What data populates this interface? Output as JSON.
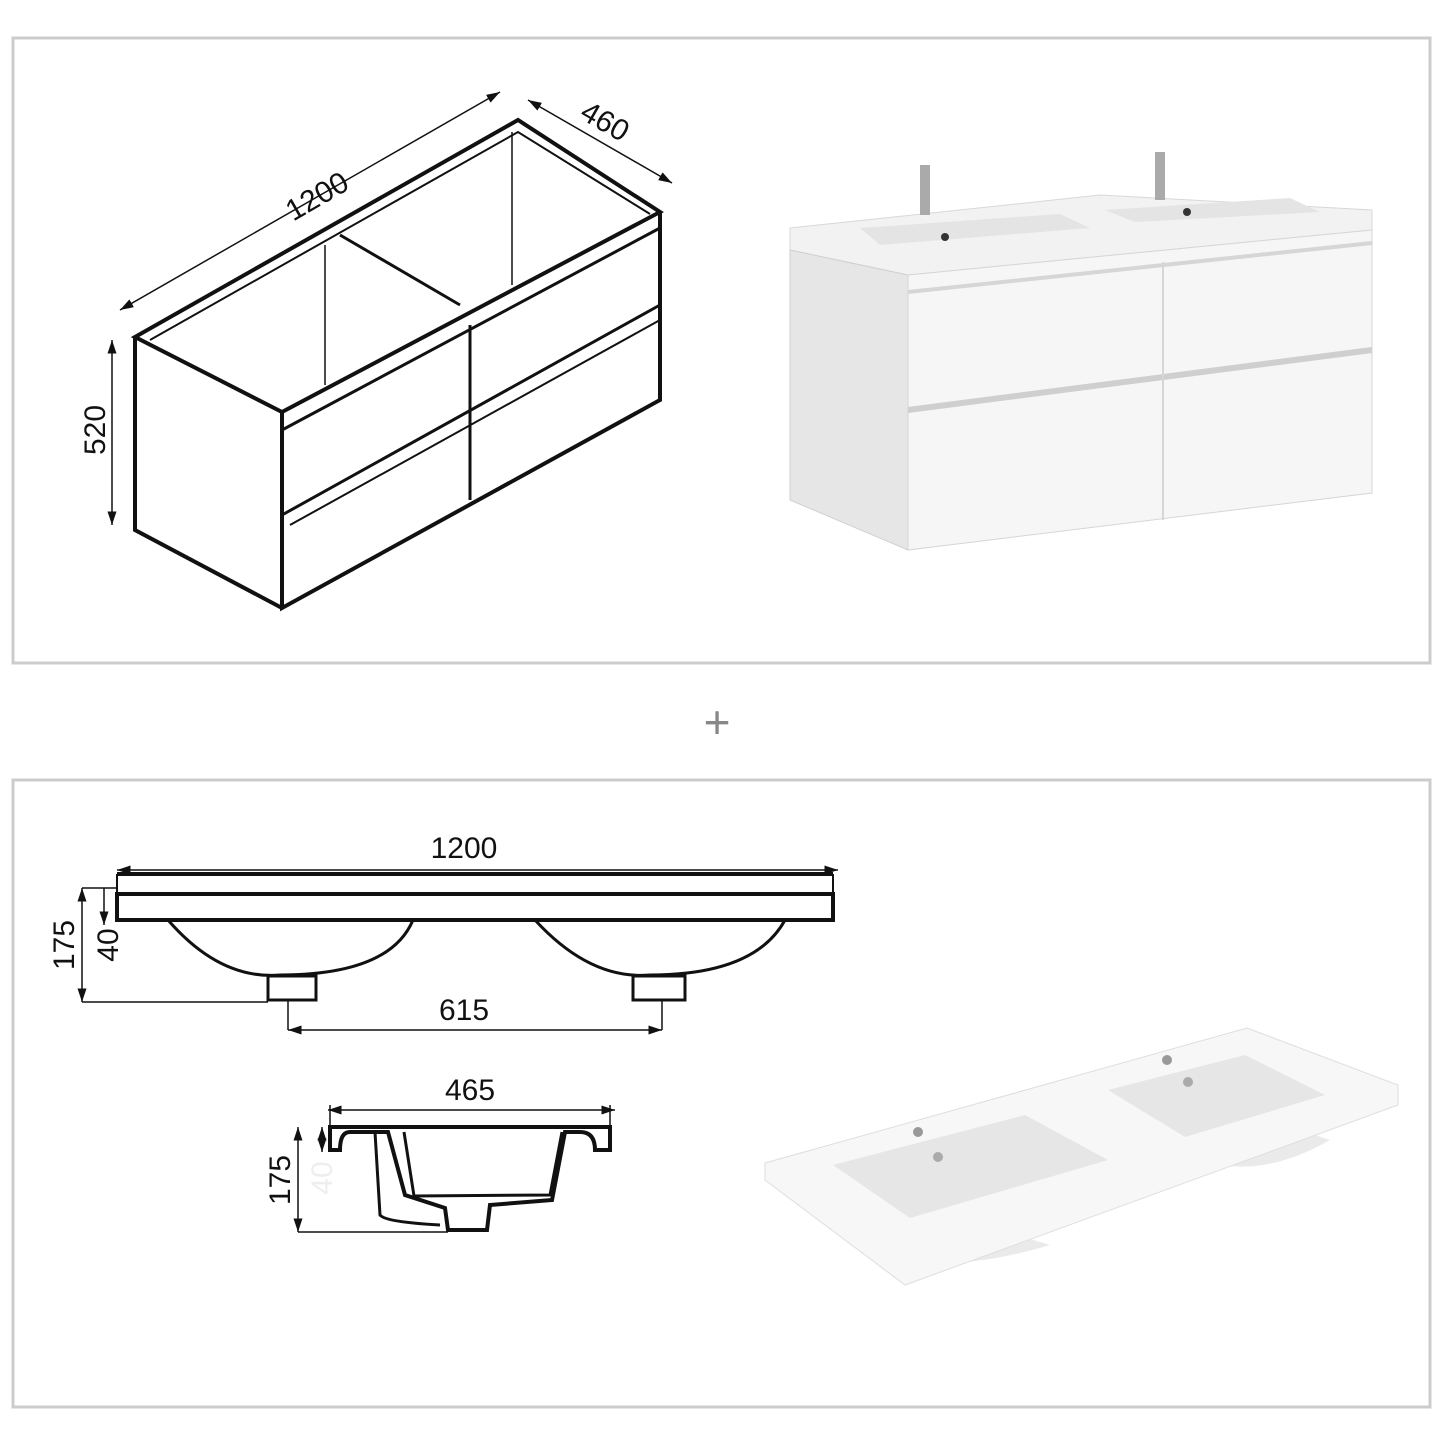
{
  "panels": {
    "cabinet": {
      "width_label": "1200",
      "depth_label": "460",
      "height_label": "520"
    },
    "plus_symbol": "+",
    "basin": {
      "top_view_width_label": "1200",
      "top_view_height_label": "175",
      "top_view_rim_label": "40",
      "drain_spacing_label": "615",
      "section_width_label": "465",
      "section_height_label": "175",
      "section_rim_label": "40"
    }
  },
  "colors": {
    "frame": "#cccccc",
    "line": "#111111",
    "render_white": "#f4f4f4",
    "render_shade": "#dcdcdc"
  }
}
